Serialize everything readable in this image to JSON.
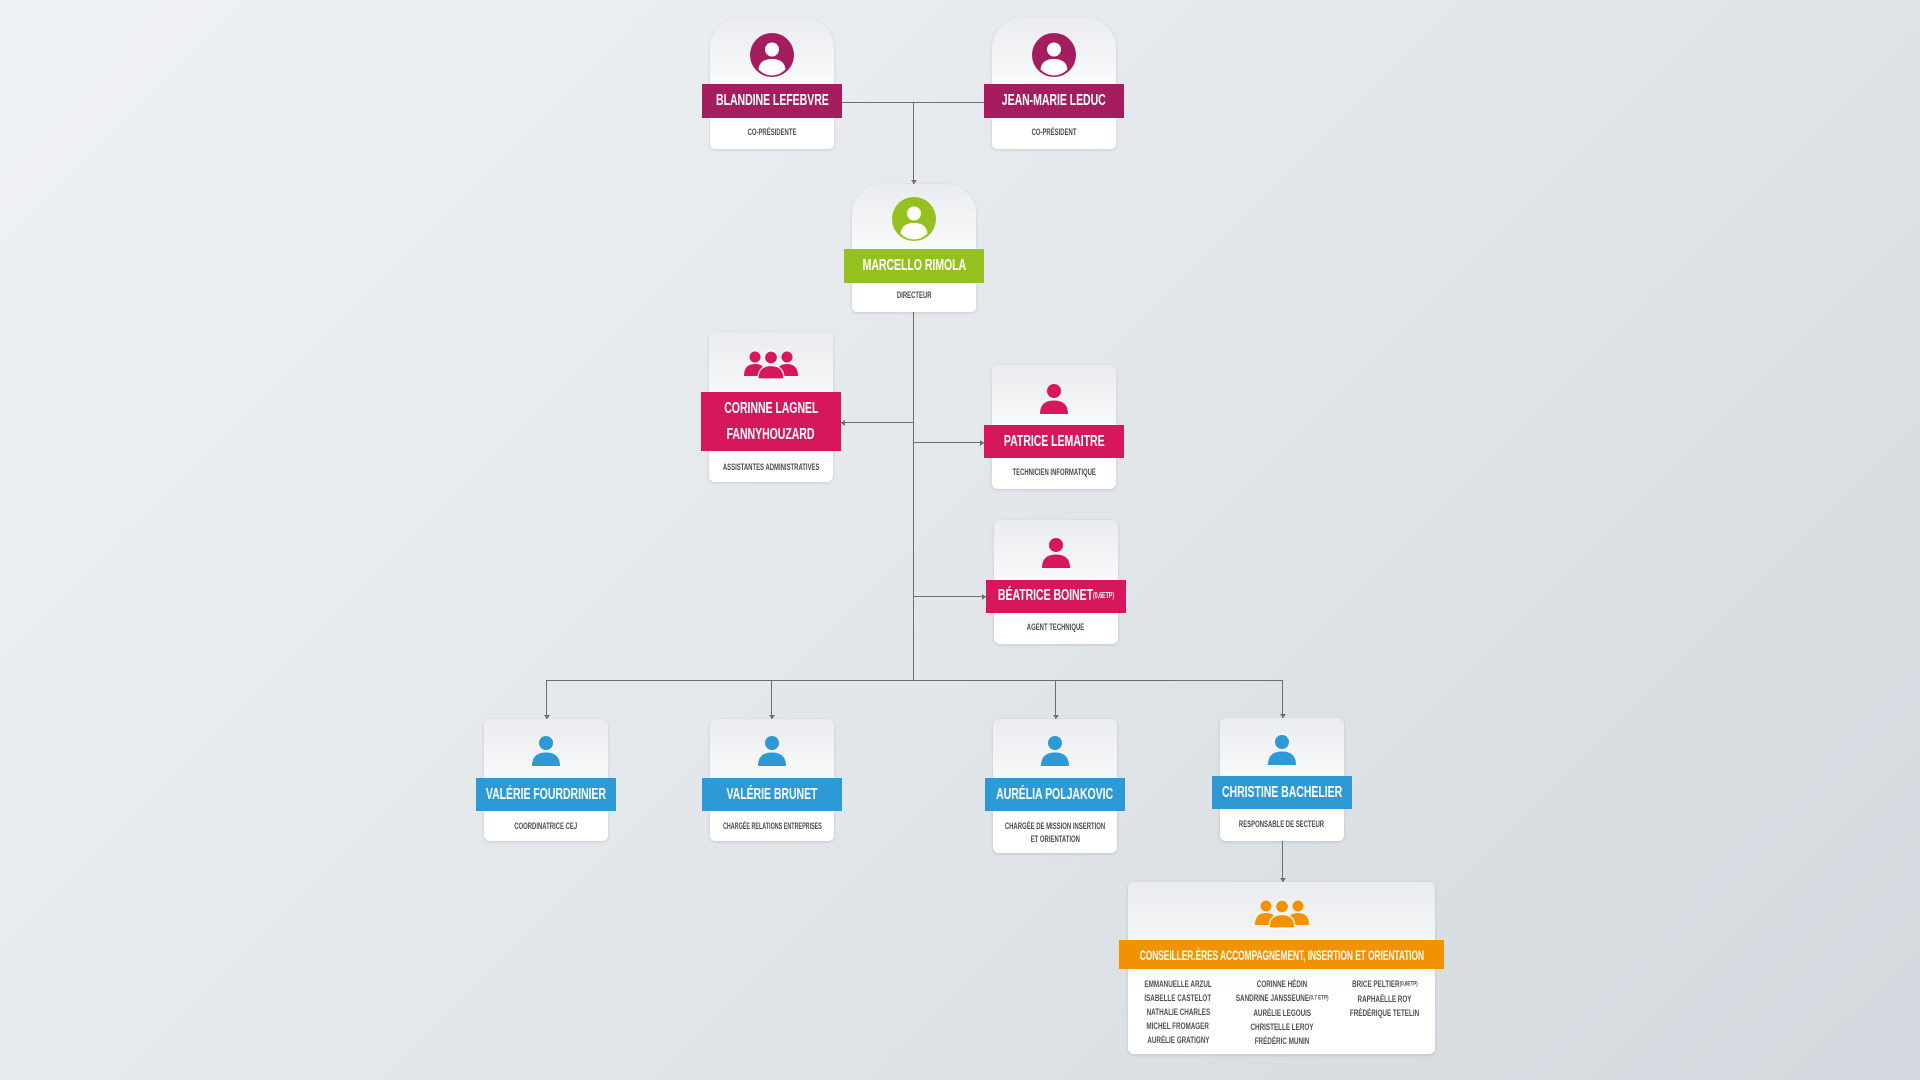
{
  "colors": {
    "co_presidents": "#a51c5f",
    "director": "#95c11f",
    "support": "#d6175c",
    "staff": "#2d9ad6",
    "advisors": "#f39200",
    "connector": "#6e6e6e"
  },
  "co_presidents": [
    {
      "name": "BLANDINE LEFEBVRE",
      "role": "CO-PRÉSIDENTE",
      "icon": "user-circle-icon"
    },
    {
      "name": "JEAN-MARIE LEDUC",
      "role": "CO-PRÉSIDENT",
      "icon": "user-circle-icon"
    }
  ],
  "director": {
    "name": "MARCELLO RIMOLA",
    "role": "DIRECTEUR",
    "icon": "user-circle-icon"
  },
  "support": [
    {
      "name_lines": [
        "CORINNE LAGNEL",
        "FANNYHOUZARD"
      ],
      "role": "ASSISTANTES ADMINISTRATIVES",
      "icon": "group-icon"
    },
    {
      "name": "PATRICE LEMAITRE",
      "role": "TECHNICIEN INFORMATIQUE",
      "icon": "user-icon"
    },
    {
      "name": "BÉATRICE BOINET",
      "note": "(0,6ETP)",
      "role": "AGENT TECHNIQUE",
      "icon": "user-icon"
    }
  ],
  "staff": [
    {
      "name": "VALÉRIE FOURDRINIER",
      "role_lines": [
        "COORDINATRICE CEJ"
      ],
      "icon": "user-icon"
    },
    {
      "name": "VALÉRIE BRUNET",
      "role_lines": [
        "CHARGÉE RELATIONS ENTREPRISES"
      ],
      "icon": "user-icon"
    },
    {
      "name": "AURÉLIA POLJAKOVIC",
      "role_lines": [
        "CHARGÉE DE MISSION INSERTION",
        "ET ORIENTATION"
      ],
      "icon": "user-icon"
    },
    {
      "name": "CHRISTINE BACHELIER",
      "role_lines": [
        "RESPONSABLE DE SECTEUR"
      ],
      "icon": "user-icon"
    }
  ],
  "advisors": {
    "title": "CONSEILLER.ÈRES ACCOMPAGNEMENT, INSERTION ET ORIENTATION",
    "icon": "group-icon",
    "columns": [
      [
        {
          "name": "EMMANUELLE ARZUL"
        },
        {
          "name": "ISABELLE CASTELOT"
        },
        {
          "name": "NATHALIE CHARLES"
        },
        {
          "name": "MICHEL FROMAGER"
        },
        {
          "name": "AURÉLIE GRATIGNY"
        }
      ],
      [
        {
          "name": "CORINNE HÉDIN"
        },
        {
          "name": "SANDRINE JANSSEUNE",
          "note": "(0,7 ETP)"
        },
        {
          "name": "AURÉLIE LEGOUIS"
        },
        {
          "name": "CHRISTELLE LEROY"
        },
        {
          "name": "FRÉDÉRIC MUNIN"
        }
      ],
      [
        {
          "name": "BRICE PELTIER",
          "note": "(0,8ETP)"
        },
        {
          "name": "RAPHAËLLE ROY"
        },
        {
          "name": "FRÉDÉRIQUE TETELIN"
        }
      ]
    ]
  }
}
